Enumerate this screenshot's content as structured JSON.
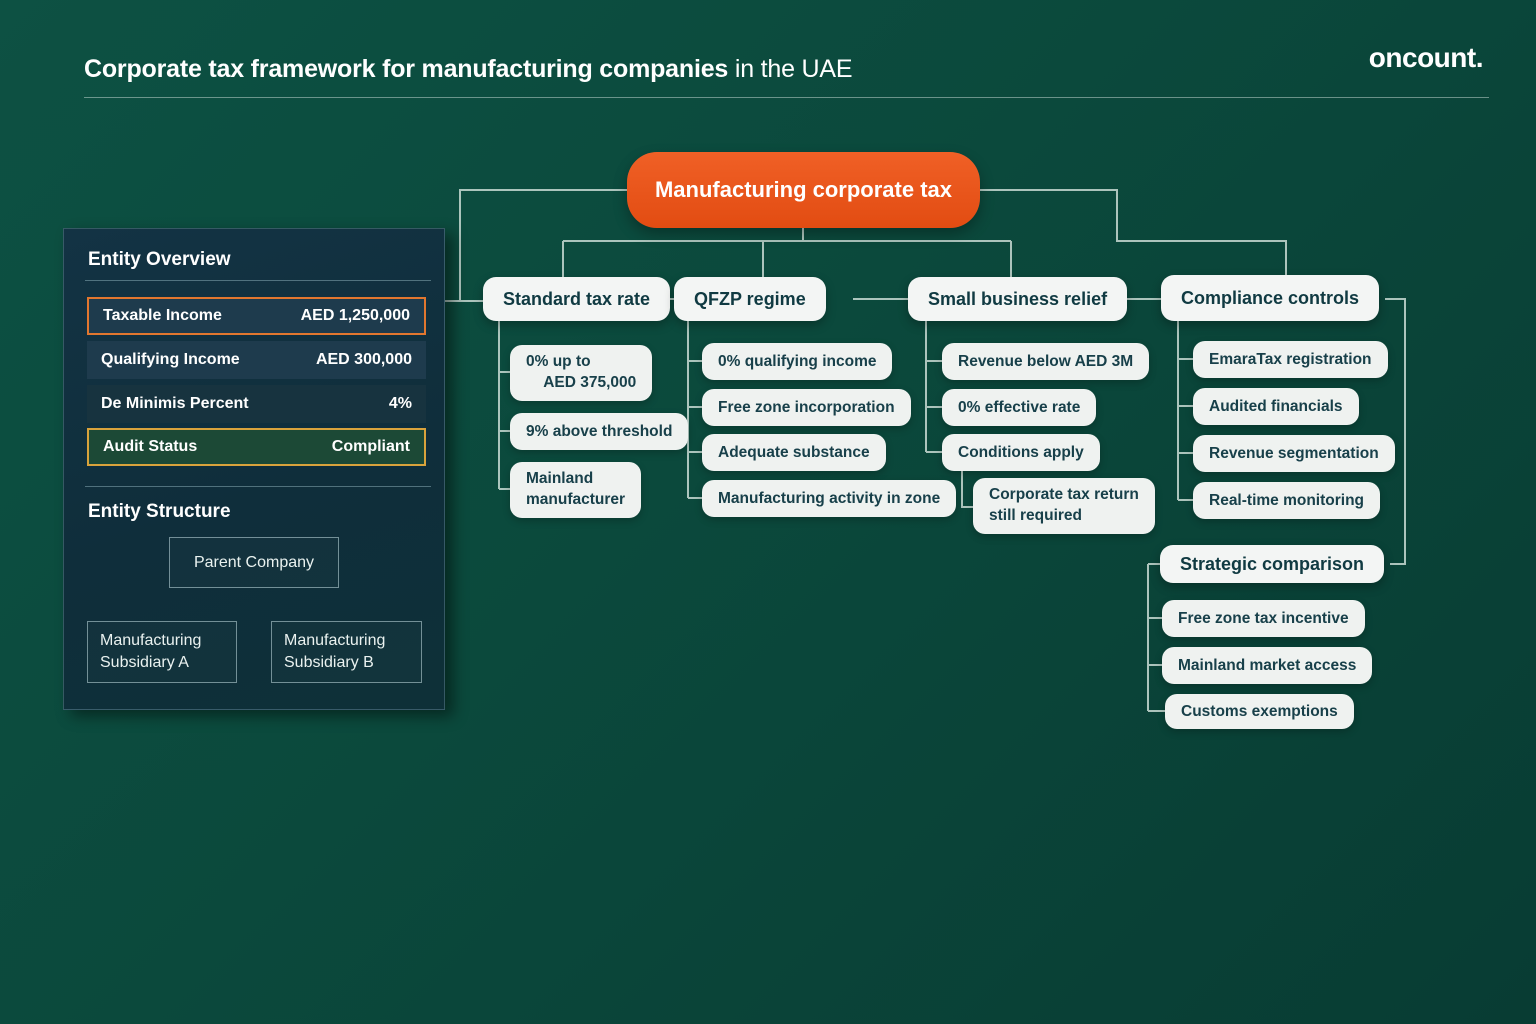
{
  "header": {
    "title_bold": "Corporate tax framework for manufacturing companies",
    "title_regular": " in the UAE",
    "logo": "oncount."
  },
  "root": {
    "label": "Manufacturing corporate tax"
  },
  "branches": [
    {
      "label": "Standard tax rate",
      "children": [
        "0% up to\n    AED 375,000",
        "9% above threshold",
        "Mainland\nmanufacturer"
      ]
    },
    {
      "label": "QFZP regime",
      "children": [
        "0% qualifying income",
        "Free zone incorporation",
        "Adequate substance",
        "Manufacturing activity in zone"
      ]
    },
    {
      "label": "Small business relief",
      "children": [
        "Revenue below AED 3M",
        "0% effective rate",
        "Conditions apply"
      ],
      "note": "Corporate tax return\nstill required"
    },
    {
      "label": "Compliance controls",
      "children": [
        "EmaraTax registration",
        "Audited financials",
        "Revenue segmentation",
        "Real-time monitoring"
      ]
    },
    {
      "label": "Strategic comparison",
      "children": [
        "Free zone tax incentive",
        "Mainland market access",
        "Customs exemptions"
      ]
    }
  ],
  "entity_panel": {
    "overview_title": "Entity Overview",
    "rows": [
      {
        "label": "Taxable Income",
        "value": "AED 1,250,000"
      },
      {
        "label": "Qualifying Income",
        "value": "AED 300,000"
      },
      {
        "label": "De Minimis Percent",
        "value": "4%"
      },
      {
        "label": "Audit Status",
        "value": "Compliant"
      }
    ],
    "structure_title": "Entity Structure",
    "parent": "Parent Company",
    "subsidiary_a": "Manufacturing\nSubsidiary A",
    "subsidiary_b": "Manufacturing\nSubsidiary B"
  },
  "colors": {
    "background": "#0B493C",
    "root_node": "#E8541D",
    "node_fill": "#F1F4F2",
    "node_text": "#14393F",
    "connector": "#C9DAD3",
    "panel_bg": "#0F2E3B",
    "row_slate": "#1E3B4D",
    "row_dark": "#17333F",
    "row_green": "#1C4936",
    "accent_orange": "#E2772F",
    "accent_gold": "#D9A33C"
  }
}
